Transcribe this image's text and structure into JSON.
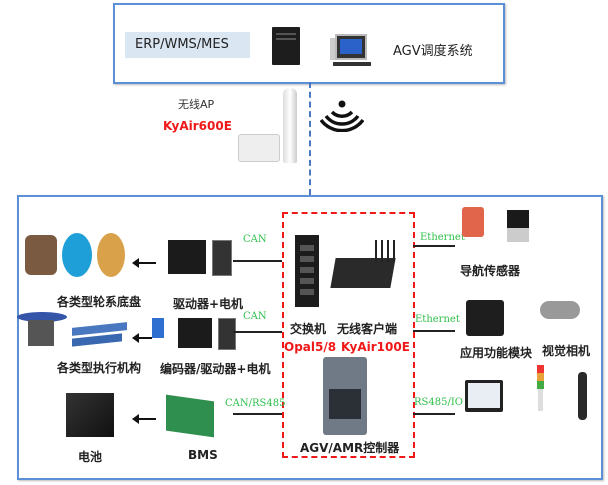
{
  "top": {
    "erp_label": "ERP/WMS/MES",
    "dispatch_label": "AGV调度系统"
  },
  "ap": {
    "label": "无线AP",
    "model": "KyAir600E"
  },
  "left": {
    "wheels_label": "各类型轮系底盘",
    "driver_label": "驱动器+电机",
    "row1_bus": "CAN",
    "actuator_label": "各类型执行机构",
    "encoder_label": "编码器/驱动器+电机",
    "row2_bus": "CAN",
    "battery_label": "电池",
    "bms_label": "BMS",
    "row3_bus": "CAN/RS485"
  },
  "center": {
    "switch_label": "交换机",
    "switch_model": "Opal5/8",
    "client_label": "无线客户端",
    "client_model": "KyAir100E",
    "controller_label": "AGV/AMR控制器"
  },
  "right": {
    "row1_bus": "Ethernet",
    "nav_label": "导航传感器",
    "row2_bus": "Ethernet",
    "module_label": "应用功能模块",
    "camera_label": "视觉相机",
    "row3_bus": "RS485/IO"
  },
  "colors": {
    "frame": "#5b8fd6",
    "highlight": "#f01818",
    "bus_text": "#2fbf4a"
  }
}
